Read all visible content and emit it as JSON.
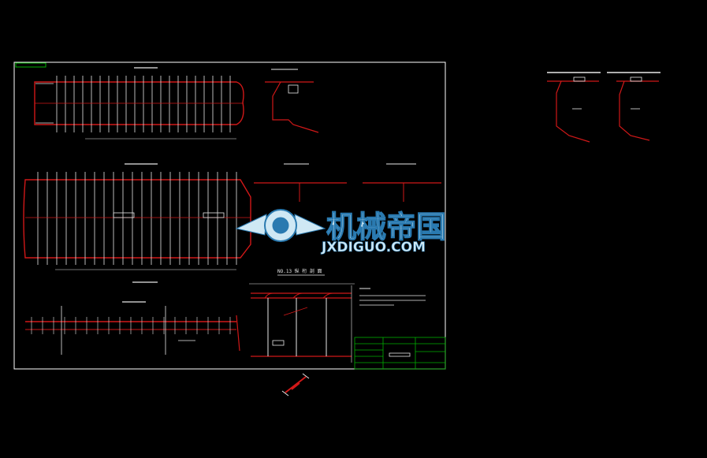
{
  "drawing": {
    "section_title": "NO.13 纵 桁 剖 面",
    "watermark": {
      "cn": "机械帝国",
      "en": "JXDIGUO.COM"
    },
    "colors": {
      "background": "#000000",
      "frame": "#ffffff",
      "structure": "#d01818",
      "detail": "#e8e8e8",
      "title_block": "#00b000",
      "watermark_fill": "#cfe8f4",
      "watermark_stroke": "#2a7ab0"
    }
  }
}
